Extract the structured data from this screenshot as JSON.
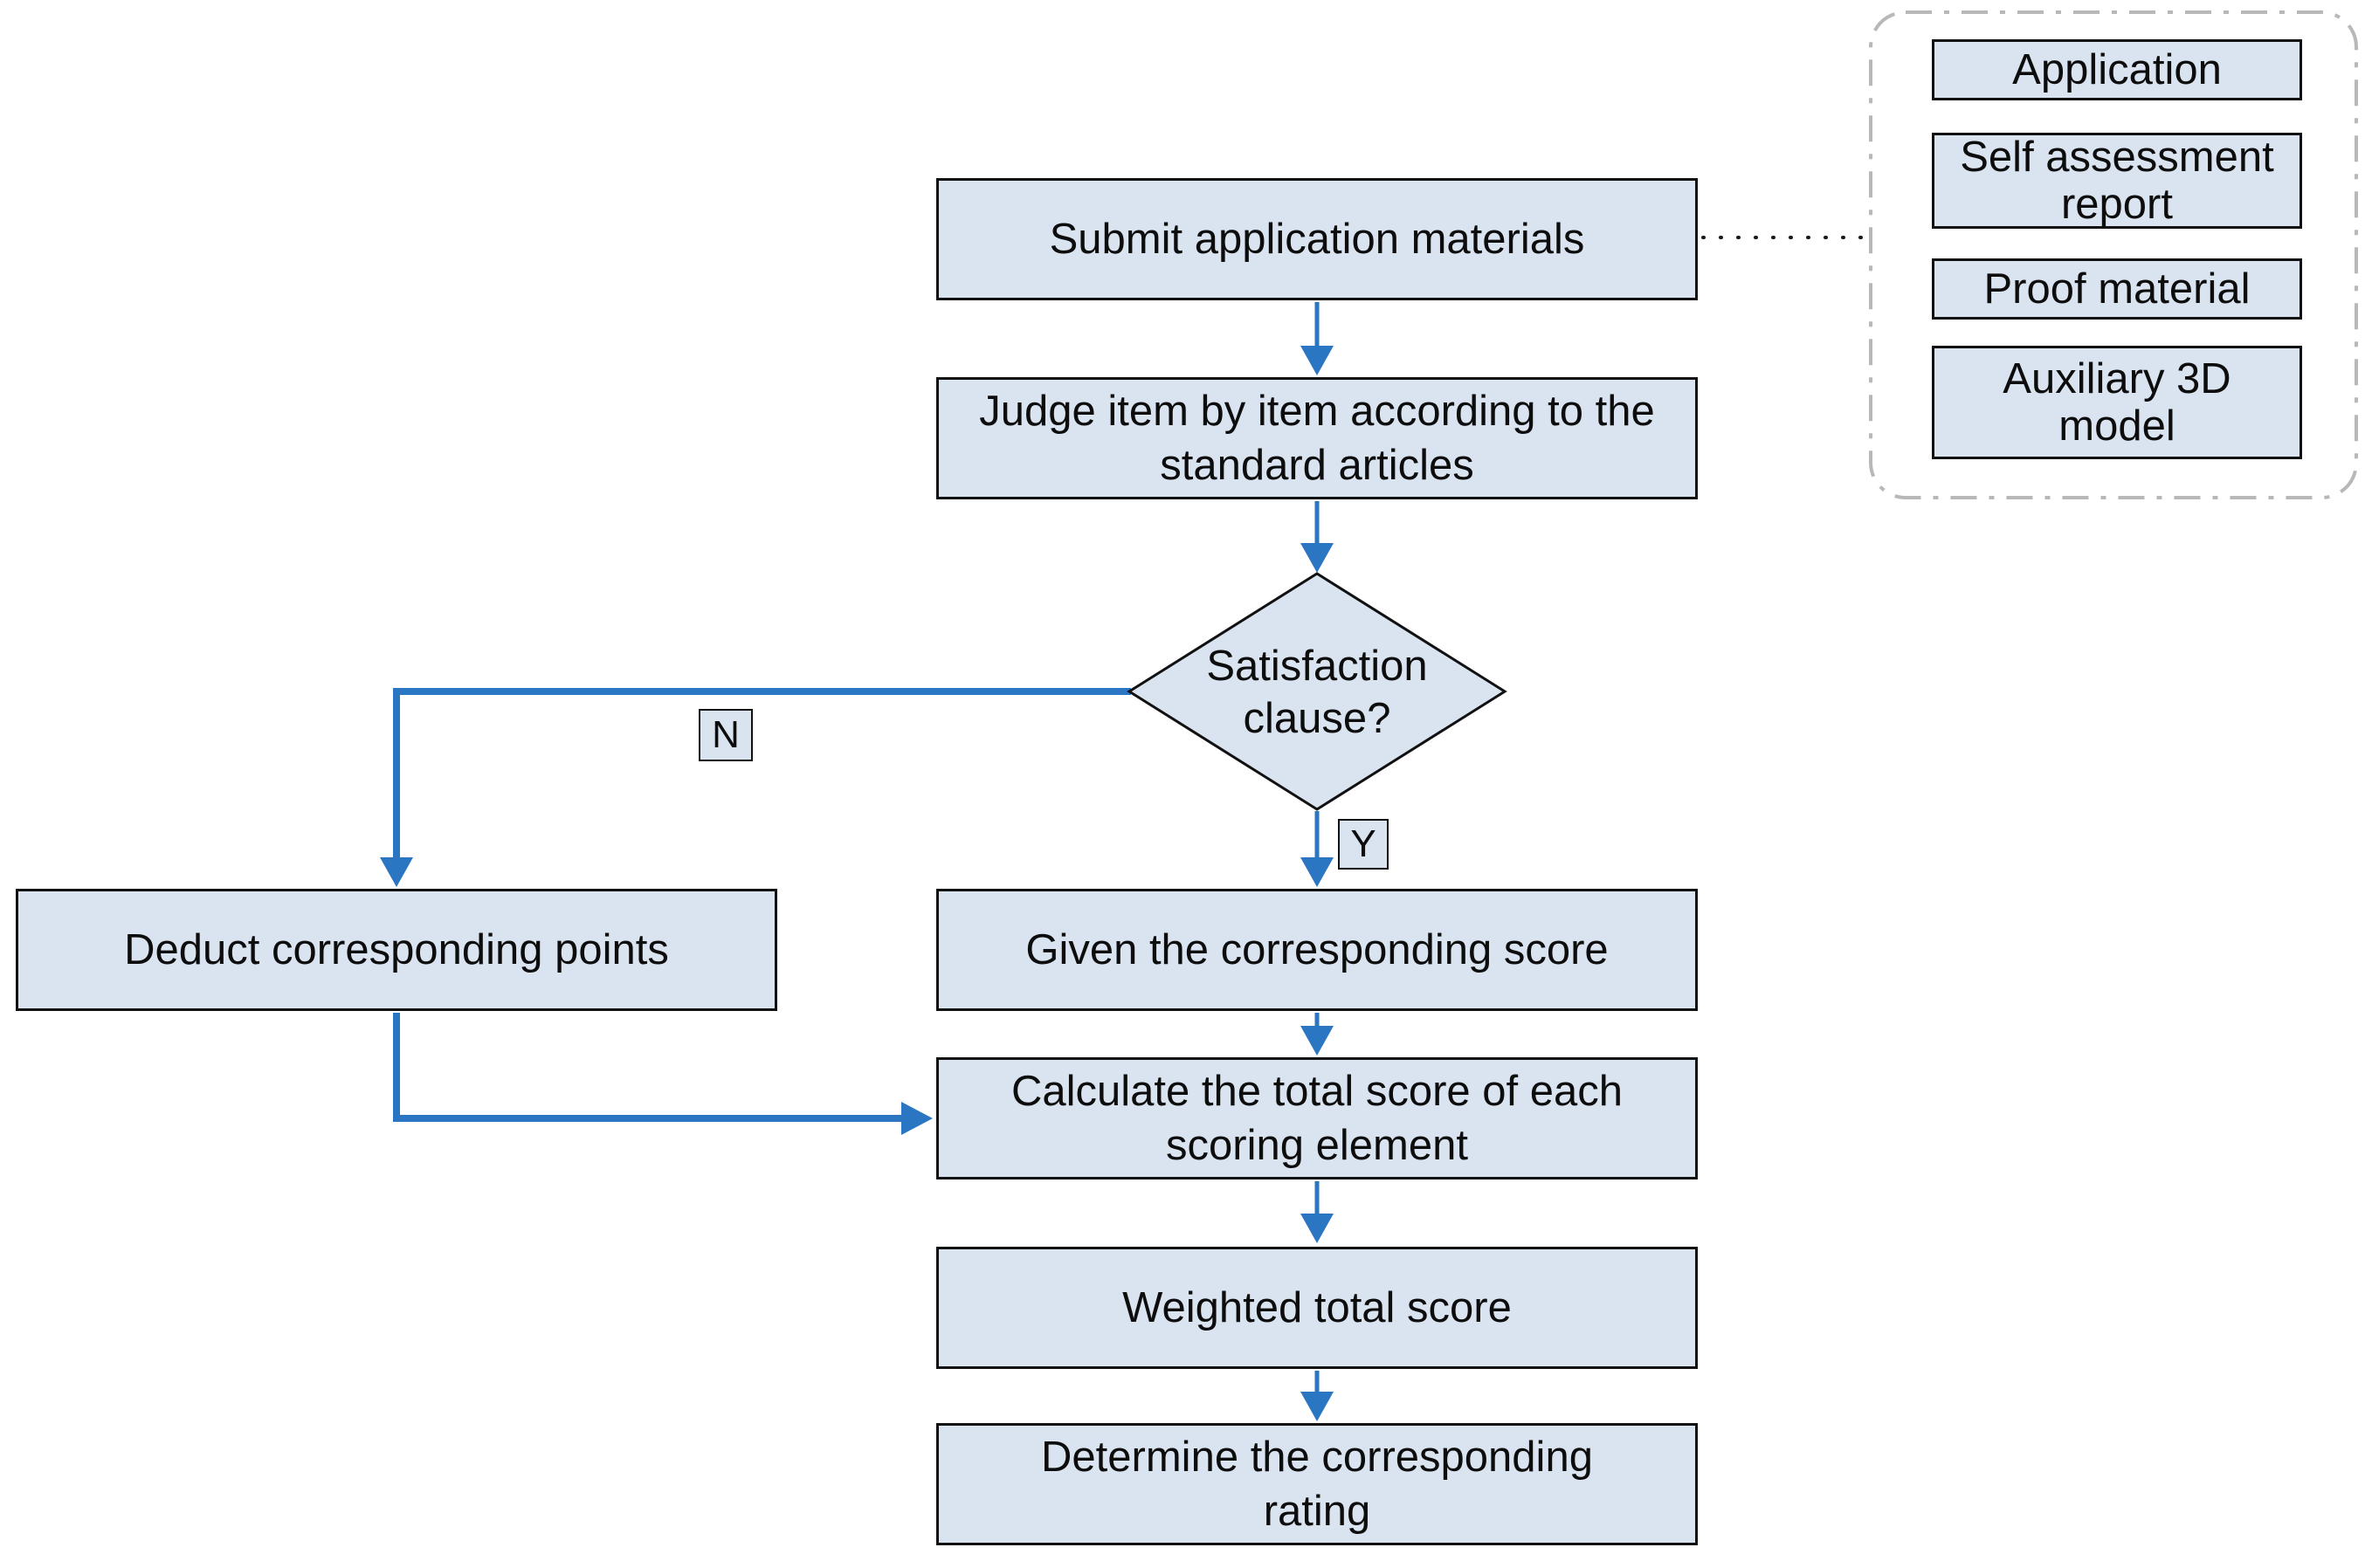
{
  "nodes": {
    "submit": {
      "label": "Submit application materials"
    },
    "judge": {
      "label": "Judge item by item according to the standard articles"
    },
    "decision": {
      "label": "Satisfaction clause?"
    },
    "deduct": {
      "label": "Deduct corresponding points"
    },
    "given": {
      "label": "Given the corresponding score"
    },
    "calculate": {
      "label": "Calculate the total score of each scoring element"
    },
    "weighted": {
      "label": "Weighted total score"
    },
    "determine": {
      "label": "Determine the corresponding rating"
    }
  },
  "branches": {
    "no": "N",
    "yes": "Y"
  },
  "side_panel": {
    "items": [
      {
        "label": "Application"
      },
      {
        "label": "Self assessment report"
      },
      {
        "label": "Proof material"
      },
      {
        "label": "Auxiliary 3D model"
      }
    ]
  },
  "colors": {
    "node_fill": "#dae3f0",
    "node_border": "#111111",
    "arrow": "#2b76c2",
    "panel_border": "#b8b8b8",
    "text": "#0d0d0d"
  }
}
